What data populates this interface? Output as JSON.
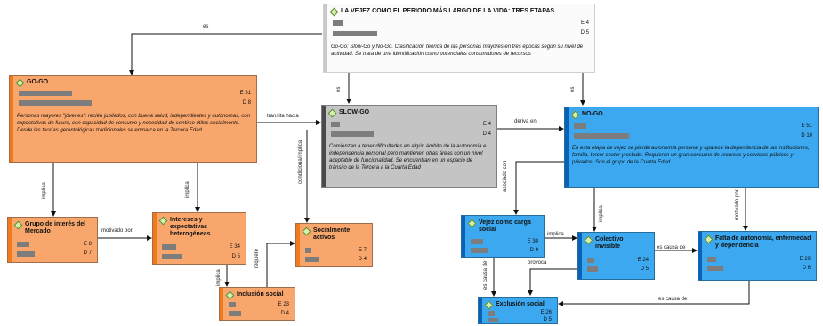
{
  "nodes": {
    "vejez": {
      "title": "LA VEJEZ COMO EL PERIODO MÁS LARGO DE LA VIDA: TRES ETAPAS",
      "e": "E 4",
      "d": "D 5",
      "desc": "Go-Go: Slow-Go y No-Go. Clasificación teórica de las personas mayores en tres épocas según su nivel de actividad. Se trata de una identificación como potenciales consumidores de recursos"
    },
    "gogo": {
      "title": "GO-GO",
      "e": "E 31",
      "d": "D 8",
      "desc": "Personas mayores \"jóvenes\": recién jubilados, con buena salud, independientes y autónomas, con expectativas de futuro, con capacidad de consumo y necesidad de sentirse útiles socialmente. Desde las teorías gerontológicas tradicionales se enmarca en la Tercera Edad."
    },
    "slowgo": {
      "title": "SLOW-GO",
      "e": "E 4",
      "d": "D 4",
      "desc": "Comienzan a tener dificultades en algún ámbito de la autonomía e independencia personal pero mantienen otras áreas con un nivel aceptable de funcionalidad. Se encuentran en un espacio de tránsito de la Tercera a la Cuarta Edad"
    },
    "nogo": {
      "title": "NO-GO",
      "e": "E 51",
      "d": "D 10",
      "desc": "En esta etapa de vejez se pierde autonomía personal y aparece la dependencia de las instituciones, familia, tercer sector y estado. Requieren un gran consumo de recursos y servicios públicos y privados. Son el grupo de la Cuarta Edad"
    },
    "grupo": {
      "title": "Grupo de interés del Mercado",
      "e": "E 8",
      "d": "D 7"
    },
    "intereses": {
      "title": "Intereses y expectativas heterogéneas",
      "e": "E 34",
      "d": "D 5"
    },
    "socialmente": {
      "title": "Socialmente activos",
      "e": "E 7",
      "d": "D 4"
    },
    "inclusion": {
      "title": "Inclusión social",
      "e": "E 23",
      "d": "D 4"
    },
    "carga": {
      "title": "Vejez como carga social",
      "e": "E 30",
      "d": "D 9"
    },
    "colectivo": {
      "title": "Colectivo invisible",
      "e": "E 24",
      "d": "D 5"
    },
    "falta": {
      "title": "Falta de autonomía, enfermedad y dependencia",
      "e": "E 29",
      "d": "D 6"
    },
    "exclusion": {
      "title": "Exclusión social",
      "e": "E 26",
      "d": "D 5"
    }
  },
  "links": {
    "es_gogo": "es",
    "es_slow": "es",
    "es_nogo": "es",
    "transita": "transita hacia",
    "deriva": "deriva en",
    "condiciona": "condiciona/implica",
    "implica_grupo": "implica",
    "implica_intereses": "implica",
    "motivado_intereses": "motivado por",
    "requiere": "requiere",
    "implica_inclusion": "implica",
    "asociado": "asociado con",
    "implica_colectivo": "implica",
    "motivado_falta": "motivado por",
    "implica_carga": "implica",
    "causa_colectivo": "es causa de",
    "provoca": "provoca",
    "causa_exclusion": "es causa de",
    "causa_falta": "es causa de"
  },
  "colors": {
    "orange": "#f9a66c",
    "orange_bar": "#ef7b1a",
    "blue": "#3ba8f0",
    "blue_bar": "#0a62b8",
    "gray": "#c4c4c4",
    "gray_bar": "#4a4a4a"
  }
}
